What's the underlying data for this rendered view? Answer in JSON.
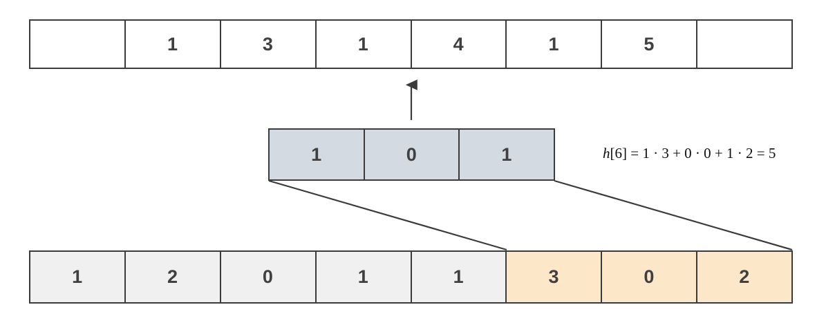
{
  "diagram": {
    "title": "1D convolution sliding-window illustration",
    "colors": {
      "border": "#3b3b3b",
      "digit_text": "#404040",
      "output_cell_fill": "#ffffff",
      "kernel_cell_fill": "#d4dae2",
      "input_cell_fill": "#f0f0f0",
      "input_highlight_fill": "#fce8c8",
      "connector_line": "#3b3b3b",
      "equation_text": "#0d0d0d",
      "background": "#ffffff"
    },
    "output_row": {
      "label": "output-array",
      "cells": [
        {
          "value": "",
          "highlight": false
        },
        {
          "value": "1",
          "highlight": false
        },
        {
          "value": "3",
          "highlight": false
        },
        {
          "value": "1",
          "highlight": false
        },
        {
          "value": "4",
          "highlight": false
        },
        {
          "value": "1",
          "highlight": false
        },
        {
          "value": "5",
          "highlight": false
        },
        {
          "value": "",
          "highlight": false
        }
      ]
    },
    "kernel_row": {
      "label": "kernel-array",
      "cells": [
        {
          "value": "1"
        },
        {
          "value": "0"
        },
        {
          "value": "1"
        }
      ]
    },
    "input_row": {
      "label": "input-array",
      "cells": [
        {
          "value": "1",
          "highlight": false
        },
        {
          "value": "2",
          "highlight": false
        },
        {
          "value": "0",
          "highlight": false
        },
        {
          "value": "1",
          "highlight": false
        },
        {
          "value": "1",
          "highlight": false
        },
        {
          "value": "3",
          "highlight": true
        },
        {
          "value": "0",
          "highlight": true
        },
        {
          "value": "2",
          "highlight": true
        }
      ]
    },
    "arrow": {
      "name": "output-arrow",
      "direction": "up",
      "points_to_cell_index": 4,
      "points_to_value": "4"
    },
    "connectors": {
      "left_line_name": "kernel-window-left-connector",
      "right_line_name": "kernel-window-right-connector"
    },
    "equation": {
      "full_text": "h[6] = 1 · 3 + 0 · 0 + 1 · 2 = 5",
      "lhs_var": "h",
      "lhs_index": "[6]",
      "rhs": " = 1 · 3 + 0 · 0 + 1 · 2 = 5",
      "result": "5"
    }
  }
}
